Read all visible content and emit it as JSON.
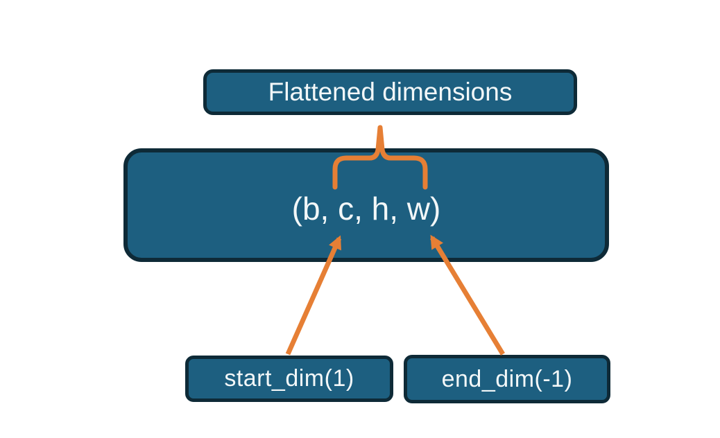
{
  "colors": {
    "background": "#ffffff",
    "node_fill": "#1d5f80",
    "node_border": "#0e2a37",
    "label_text": "#f2f7f8",
    "accent": "#e67f35"
  },
  "nodes": {
    "flattened": {
      "label": "Flattened dimensions"
    },
    "tensor": {
      "label": "(b, c, h, w)"
    },
    "start_dim": {
      "label": "start_dim(1)"
    },
    "end_dim": {
      "label": "end_dim(-1)"
    }
  },
  "connectors": {
    "brace": "upward-curly-brace",
    "start_arrow": "up-right-arrow",
    "end_arrow": "up-left-arrow"
  }
}
